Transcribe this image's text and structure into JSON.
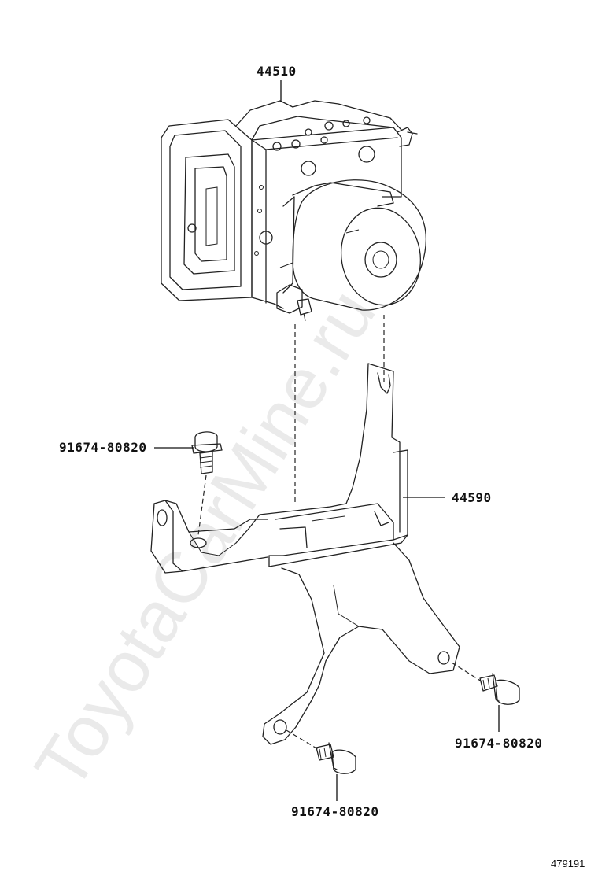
{
  "diagram": {
    "watermark": "ToyotaCarMine.ru",
    "figure_number": "479191",
    "callouts": {
      "actuator": "44510",
      "bracket": "44590",
      "bolt_upper_left": "91674-80820",
      "bolt_lower_right": "91674-80820",
      "bolt_lower_center": "91674-80820"
    },
    "parts": [
      {
        "part_no": "44510",
        "icon": "abs-actuator-icon"
      },
      {
        "part_no": "44590",
        "icon": "mounting-bracket-icon"
      },
      {
        "part_no": "91674-80820",
        "icon": "flange-bolt-icon"
      }
    ]
  }
}
